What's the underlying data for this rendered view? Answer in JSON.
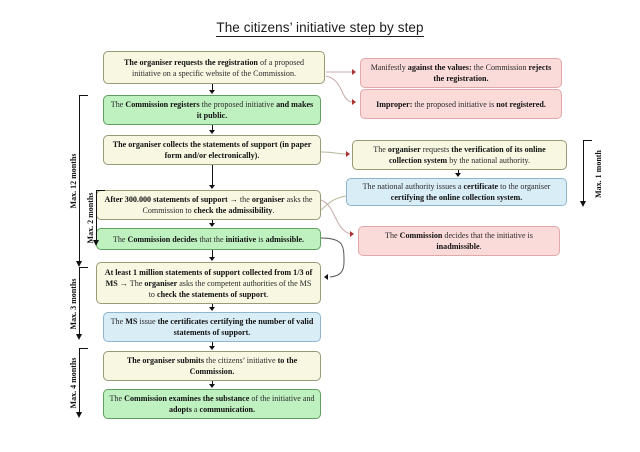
{
  "title": "The citizens’ initiative step by step",
  "durations": {
    "max_12_months": "Max. 12 months",
    "max_2_months": "Max. 2 months",
    "max_3_months": "Max. 3 months",
    "max_4_months": "Max. 4 months",
    "max_1_month": "Max. 1 month"
  },
  "main_flow": [
    {
      "id": "request-registration",
      "color": "#f7f7e2",
      "html": "<b>The organiser requests the registration</b> of a proposed initiative on a specific website of the Commission.",
      "plain": "The organiser requests the registration of a proposed initiative on a specific website of the Commission."
    },
    {
      "id": "commission-registers",
      "color": "#bff0c0",
      "html": "The <b>Commission registers</b> the proposed initiative <b>and makes it public.</b>",
      "plain": "The Commission registers the proposed initiative and makes it public."
    },
    {
      "id": "collect-statements",
      "color": "#f7f7e2",
      "html": "<b>The organiser collects the statements of support (in paper form and/or electronically).</b>",
      "plain": "The organiser collects the statements of support (in paper form and/or electronically)."
    },
    {
      "id": "check-admissibility",
      "color": "#f7f7e2",
      "html": "<b>After 300.000 statements of support →</b> the <b>organiser</b> asks the Commission to <b>check the admissibility</b>.",
      "plain": "After 300.000 statements of support → the organiser asks the Commission to check the admissibility."
    },
    {
      "id": "initiative-admissible",
      "color": "#bff0c0",
      "html": "The <b>Commission decides</b> that the <b>initiative</b> is <b>admissible.</b>",
      "plain": "The Commission decides that the initiative is admissible."
    },
    {
      "id": "one-million-statements",
      "color": "#f7f7e2",
      "html": "<b>At least 1 million statements of support collected from 1/3 of MS →</b> The <b>organiser</b> asks the competent authorities of the MS to <b>check the statements of support</b>.",
      "plain": "At least 1 million statements of support collected from 1/3 of MS → The organiser asks the competent authorities of the MS to check the statements of support."
    },
    {
      "id": "ms-issue-certificates",
      "color": "#d9edf7",
      "html": "The <b>MS</b> issue <b>the certificates certifying the number of valid statements of support.</b>",
      "plain": "The MS issue the certificates certifying the number of valid statements of support."
    },
    {
      "id": "organiser-submits",
      "color": "#f7f7e2",
      "html": "<b>The organiser submits</b> the citizens’ initiative <b>to the Commission.</b>",
      "plain": "The organiser submits the citizens’ initiative to the Commission."
    },
    {
      "id": "commission-examines",
      "color": "#bff0c0",
      "html": "The <b>Commission examines the substance</b> of the initiative and <b>adopts</b> a <b>communication.</b>",
      "plain": "The Commission examines the substance of the initiative and adopts a communication."
    }
  ],
  "side_flow": [
    {
      "id": "against-the-values",
      "color": "#fbdada",
      "html": "Manifestly <b>against the values:</b> the Commission <b>rejects the registration.</b>",
      "plain": "Manifestly against the values: the Commission rejects the registration."
    },
    {
      "id": "improper",
      "color": "#fbdada",
      "html": "<b>Improper:</b> the proposed initiative is <b>not registered.</b>",
      "plain": "Improper: the proposed initiative is not registered."
    },
    {
      "id": "verification-online-system",
      "color": "#f7f7e2",
      "html": "The <b>organiser</b> requests <b>the verification of its online collection system</b> by the national authority.",
      "plain": "The organiser requests the verification of its online collection system by the national authority."
    },
    {
      "id": "national-authority-certificate",
      "color": "#d9edf7",
      "html": "The national authority issues a <b>certificate</b> to the organiser <b>certifying the online collection system.</b>",
      "plain": "The national authority issues a certificate to the organiser certifying the online collection system."
    },
    {
      "id": "initiative-inadmissible",
      "color": "#fbdada",
      "html": "The <b>Commission</b> decides that the initiative is <b>inadmissible</b>.",
      "plain": "The Commission decides that the initiative is inadmissible."
    }
  ]
}
